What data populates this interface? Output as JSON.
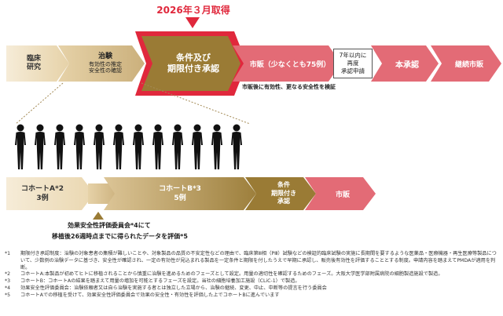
{
  "announcement": "2026年３月取得",
  "top_band": {
    "clinical": [
      "臨床",
      "研究"
    ],
    "treatment": "治験",
    "treatment_sub": [
      "有効性の推定",
      "安全性の確認"
    ],
    "conditional_approval": [
      "条件及び",
      "期限付き承認"
    ],
    "market_phase": "市販（少なくとも75例）",
    "reapply_box": [
      "7年以内に",
      "再度",
      "承認申請"
    ],
    "main_approval": "本承認",
    "continued_market": "継続市販",
    "market_note": "市販後に有効性、更なる安全性を検証"
  },
  "figures_count": 12,
  "bottom_band": {
    "cohortA": [
      "コホートA*2",
      "3例"
    ],
    "cohortB": [
      "コホートB*3",
      "5例"
    ],
    "approval": [
      "条件",
      "期限付き",
      "承認"
    ],
    "market": "市販"
  },
  "committee": {
    "line1": "効果安全性評価委員会*4にて",
    "line2": "移植後26週時点までに得られたデータを評価*5"
  },
  "footnotes": [
    {
      "mark": "*1",
      "text": "期限付き承認制度：治験の対象患者の集積が難しいことや、対象製品の品質の不安定性などの理由で、臨床第Ⅲ相（PⅢ）試験などの検証的臨床試験の実施に長期間を要するような医薬品・医療機器・再生医療等製品について、少数例の治験データに基づき、安全性が確認され、一定の有効性が見込まれる製品を一定条件と期限を付したうえで早期に承認し、販売後有効性を評価することとする制度。申請内容を踏まえてPMDAが適用を判断。"
    },
    {
      "mark": "*2",
      "text": "コホートA:本製品が初めてヒトに移植されることから慎重に治験を進めるためのフェーズとして設定。用量の適切性を確認するためのフェーズ。大阪大学医学部附属病院の細胞製造施設で製造。"
    },
    {
      "mark": "*3",
      "text": "コホートB：コホートAの結果を踏まえて用量の増加を可能とするフェーズを設定。当社の細胞培養加工施設（CLiC-1）で製造。"
    },
    {
      "mark": "*4",
      "text": "効果安全性評価委員会：治験依頼者又は自ら治験を実施する者とは独立した立場から、治験の継続、変更、中止、中断等の提言を行う委員会"
    },
    {
      "mark": "*5",
      "text": "コホートAでの移植を受けて、効果安全性評価委員会で効果の安全性・有効性を評価した上でコホートBに進んでいます"
    }
  ],
  "colors": {
    "accent_red": "#e0283c",
    "gold": "#9a7b35",
    "pink": "#e36b76",
    "beige": "#f6ecd8",
    "silhouette": "#111111"
  }
}
